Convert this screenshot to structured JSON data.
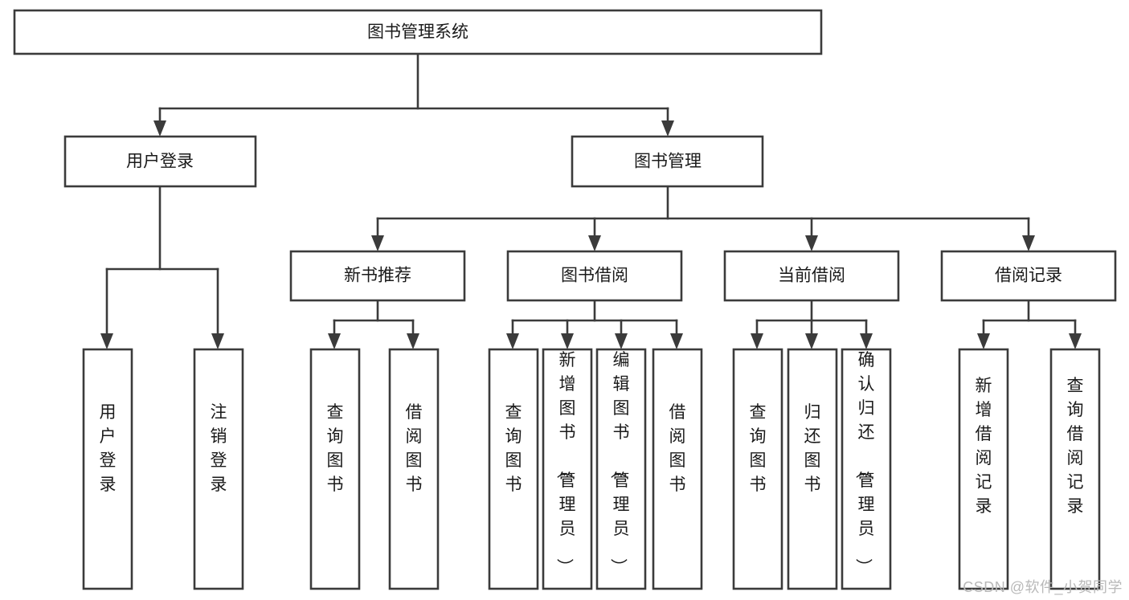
{
  "diagram": {
    "title": "图书管理系统",
    "type": "tree",
    "orientation": "top-down",
    "colors": {
      "box_fill": "#ffffff",
      "box_stroke": "#3b3b3b",
      "text": "#1a1a1a",
      "background": "#ffffff",
      "watermark": "#b9b9b9"
    },
    "root": {
      "label": "图书管理系统",
      "text_orientation": "horizontal"
    },
    "level2": [
      {
        "label": "用户登录",
        "text_orientation": "horizontal"
      },
      {
        "label": "图书管理",
        "text_orientation": "horizontal"
      }
    ],
    "level3": [
      {
        "label": "新书推荐",
        "text_orientation": "horizontal",
        "parent": "图书管理"
      },
      {
        "label": "图书借阅",
        "text_orientation": "horizontal",
        "parent": "图书管理"
      },
      {
        "label": "当前借阅",
        "text_orientation": "horizontal",
        "parent": "图书管理"
      },
      {
        "label": "借阅记录",
        "text_orientation": "horizontal",
        "parent": "图书管理"
      }
    ],
    "leaves": [
      {
        "label": "用户登录",
        "text_orientation": "vertical",
        "parent": "用户登录"
      },
      {
        "label": "注销登录",
        "text_orientation": "vertical",
        "parent": "用户登录"
      },
      {
        "label": "查询图书",
        "text_orientation": "vertical",
        "parent": "新书推荐"
      },
      {
        "label": "借阅图书",
        "text_orientation": "vertical",
        "parent": "新书推荐"
      },
      {
        "label": "查询图书",
        "text_orientation": "vertical",
        "parent": "图书借阅"
      },
      {
        "label": "新增图书（管理员）",
        "text_orientation": "vertical",
        "parent": "图书借阅"
      },
      {
        "label": "编辑图书（管理员）",
        "text_orientation": "vertical",
        "parent": "图书借阅"
      },
      {
        "label": "借阅图书",
        "text_orientation": "vertical",
        "parent": "图书借阅"
      },
      {
        "label": "查询图书",
        "text_orientation": "vertical",
        "parent": "当前借阅"
      },
      {
        "label": "归还图书",
        "text_orientation": "vertical",
        "parent": "当前借阅"
      },
      {
        "label": "确认归还（管理员）",
        "text_orientation": "vertical",
        "parent": "当前借阅"
      },
      {
        "label": "新增借阅记录",
        "text_orientation": "vertical",
        "parent": "借阅记录"
      },
      {
        "label": "查询借阅记录",
        "text_orientation": "vertical",
        "parent": "借阅记录"
      }
    ],
    "watermark": "CSDN @软件_小贺同学"
  }
}
